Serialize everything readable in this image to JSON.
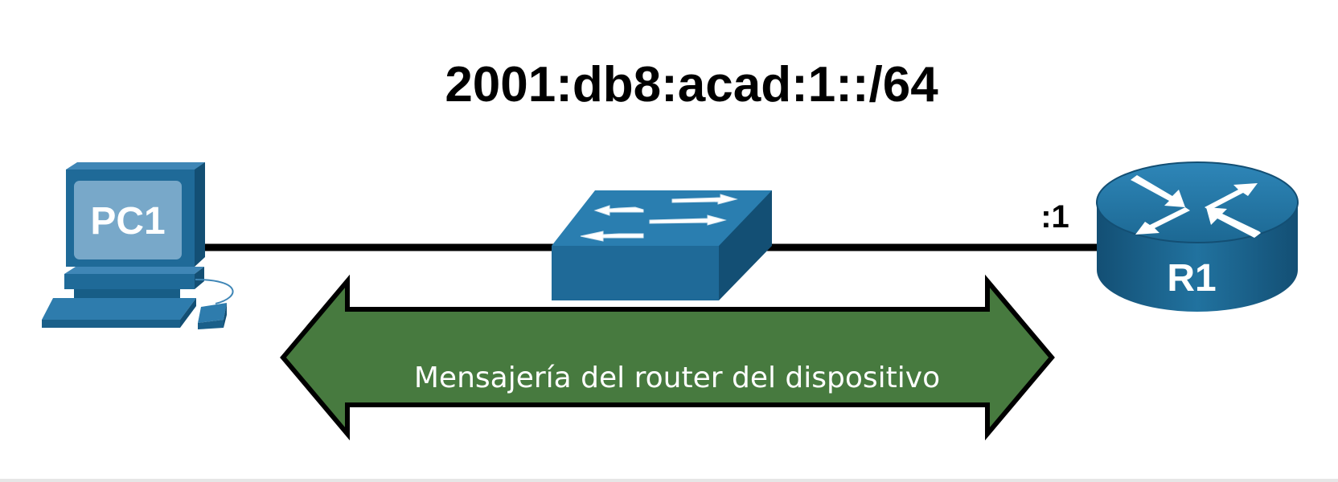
{
  "network": {
    "prefix": "2001:db8:acad:1::/64"
  },
  "devices": {
    "pc": {
      "label": "PC1"
    },
    "switch": {
      "label": ""
    },
    "router": {
      "label": "R1",
      "interface_id": ":1"
    }
  },
  "message": {
    "label": "Mensajería del router del dispositivo"
  },
  "colors": {
    "device_blue": "#1f6a98",
    "arrow_green": "#477a3f",
    "link": "#000000"
  }
}
